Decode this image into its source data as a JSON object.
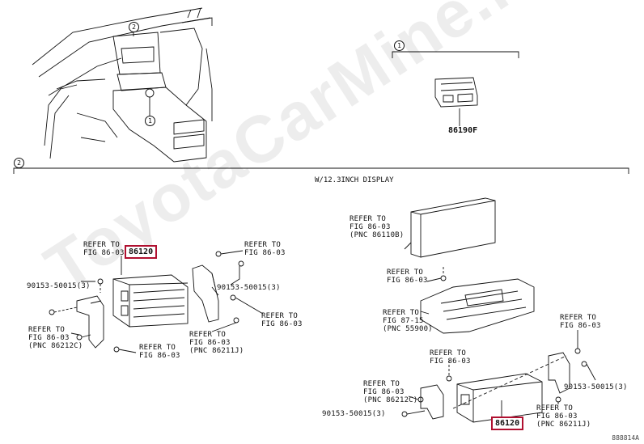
{
  "watermark": "ToyotaCarMine.ru",
  "diagram_code": "888814A",
  "section_label": "W/12.3INCH DISPLAY",
  "callout_1": "1",
  "callout_2": "2",
  "parts": {
    "main_unit_left": "86120",
    "main_unit_right": "86120",
    "switch_unit": "86190F"
  },
  "labels": {
    "left_refer_top": "REFER TO\nFIG 86-03",
    "left_refer_top_right": "REFER TO\nFIG 86-03",
    "left_bolt_left": "90153-50015(3)",
    "left_bolt_right": "90153-50015(3)",
    "left_refer_mid_right": "REFER TO\nFIG 86-03",
    "left_refer_pnc_c": "REFER TO\nFIG 86-03\n(PNC 86212C)",
    "left_refer_bottom": "REFER TO\nFIG 86-03",
    "left_refer_pnc_j": "REFER TO\nFIG 86-03\n(PNC 86211J)",
    "right_refer_display": "REFER TO\nFIG 86-03\n(PNC 86110B)",
    "right_refer_screw": "REFER TO\nFIG 86-03",
    "right_refer_panel": "REFER TO\nFIG 87-15\n(PNC 55900)",
    "right_refer_center": "REFER TO\nFIG 86-03",
    "right_refer_pnc_c": "REFER TO\nFIG 86-03\n(PNC 86212C)",
    "right_bolt_left": "90153-50015(3)",
    "right_refer_top_right": "REFER TO\nFIG 86-03",
    "right_bolt_right": "90153-50015(3)",
    "right_refer_pnc_j": "REFER TO\nFIG 86-03\n(PNC 86211J)"
  }
}
